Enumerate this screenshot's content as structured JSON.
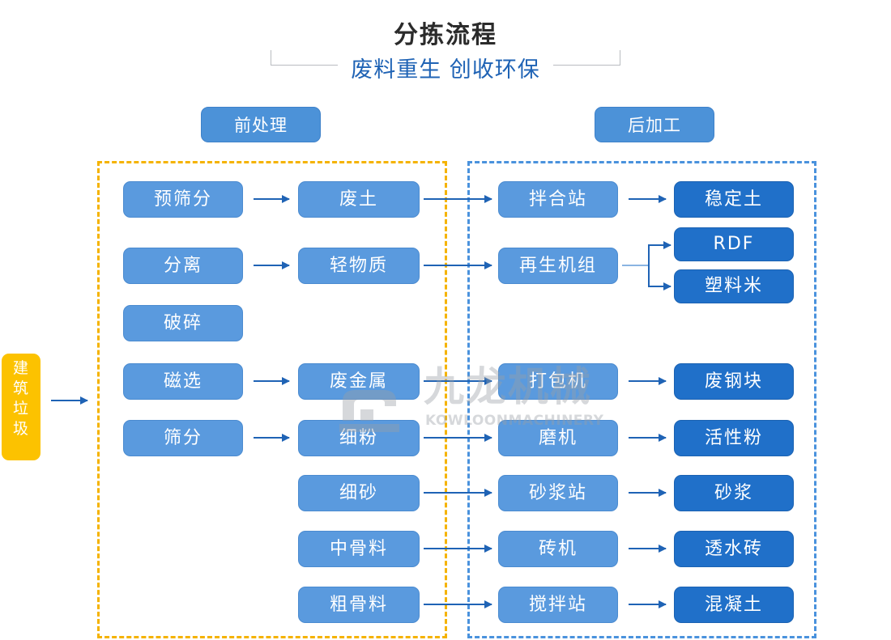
{
  "header": {
    "title": "分拣流程",
    "subtitle": "废料重生 创收环保"
  },
  "sections": {
    "pre": {
      "label": "前处理",
      "border_color": "#f5b301"
    },
    "post": {
      "label": "后加工",
      "border_color": "#4a92dd"
    }
  },
  "input": {
    "label": "建筑垃圾",
    "chars": [
      "建",
      "筑",
      "垃",
      "圾"
    ],
    "color": "#fcc200"
  },
  "colors": {
    "node_light": "#5a9ade",
    "node_dark": "#2070c9",
    "arrow": "#1f63b5",
    "subtitle": "#1f63b5",
    "title": "#2b2b2b"
  },
  "nodes": {
    "pre_process": [
      {
        "label": "预筛分"
      },
      {
        "label": "分离"
      },
      {
        "label": "破碎"
      },
      {
        "label": "磁选"
      },
      {
        "label": "筛分"
      }
    ],
    "materials": [
      {
        "label": "废土"
      },
      {
        "label": "轻物质"
      },
      {
        "label": "废金属"
      },
      {
        "label": "细粉"
      },
      {
        "label": "细砂"
      },
      {
        "label": "中骨料"
      },
      {
        "label": "粗骨料"
      }
    ],
    "post_equipment": [
      {
        "label": "拌合站"
      },
      {
        "label": "再生机组"
      },
      {
        "label": "打包机"
      },
      {
        "label": "磨机"
      },
      {
        "label": "砂浆站"
      },
      {
        "label": "砖机"
      },
      {
        "label": "搅拌站"
      }
    ],
    "products": [
      {
        "label": "稳定土"
      },
      {
        "label": "RDF"
      },
      {
        "label": "塑料米"
      },
      {
        "label": "废钢块"
      },
      {
        "label": "活性粉"
      },
      {
        "label": "砂浆"
      },
      {
        "label": "透水砖"
      },
      {
        "label": "混凝土"
      }
    ]
  },
  "watermark": {
    "brand": "九龙机械",
    "brand_en": "KOWLOONMACHINERY"
  }
}
